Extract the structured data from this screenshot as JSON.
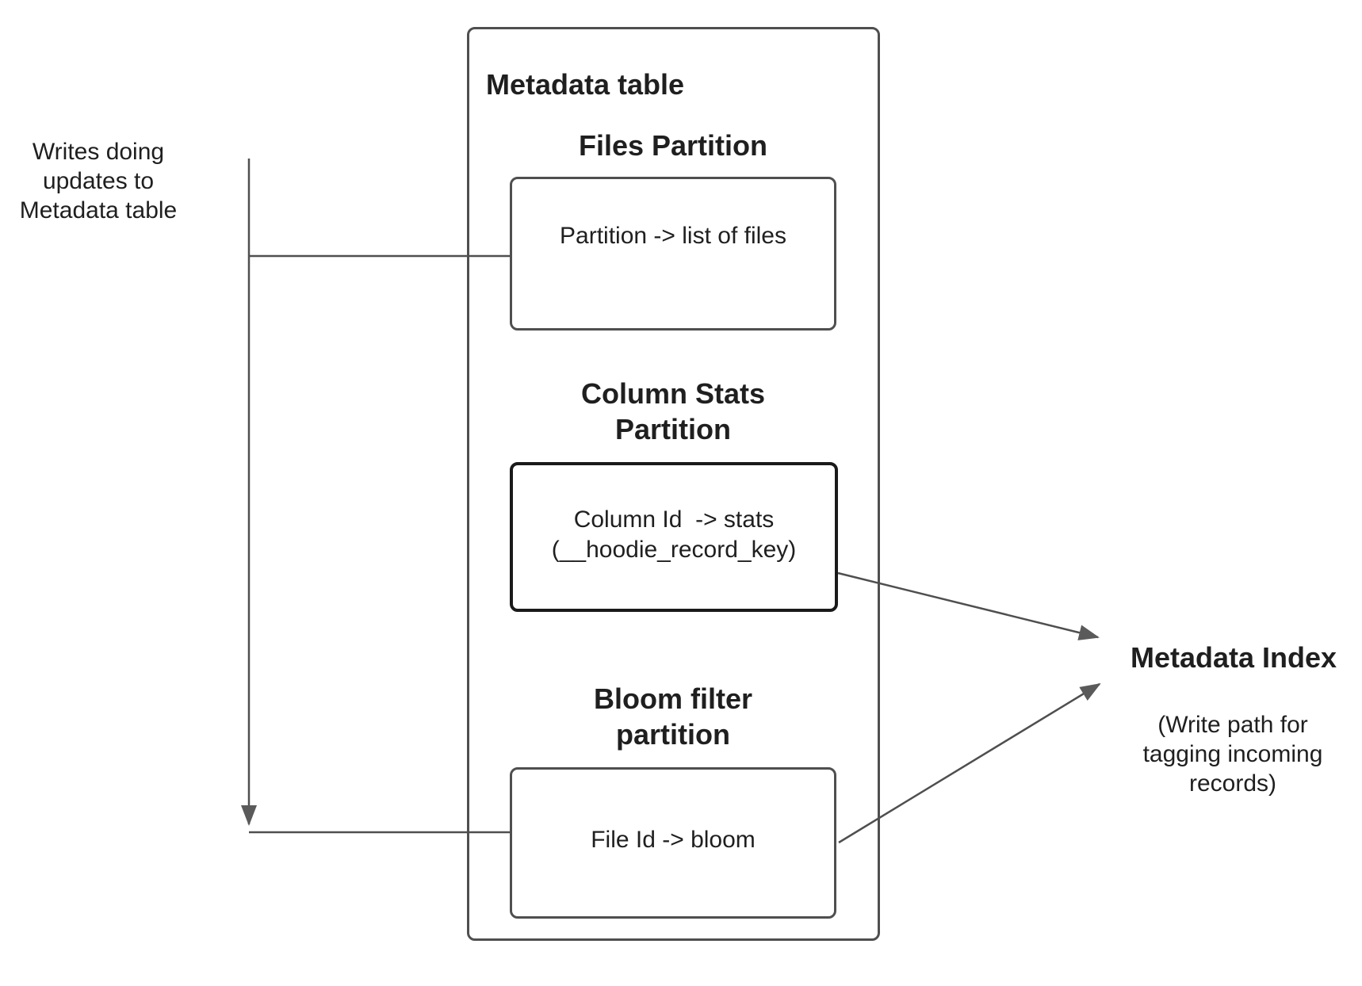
{
  "diagram": {
    "left_note": "Writes doing\nupdates to\nMetadata table",
    "metadata_table": {
      "title": "Metadata table",
      "partitions": [
        {
          "heading": "Files Partition",
          "content": "Partition -> list of files"
        },
        {
          "heading": "Column Stats\nPartition",
          "content": "Column Id  -> stats\n(__hoodie_record_key)"
        },
        {
          "heading": "Bloom filter\npartition",
          "content": "File Id -> bloom"
        }
      ]
    },
    "metadata_index": {
      "title": "Metadata Index",
      "subtitle": "(Write path for\ntagging incoming\nrecords)"
    },
    "colors": {
      "line": "#4f4f4f",
      "arrowhead": "#5a5a5a",
      "box_border": "#4f4f4f",
      "stats_box_border": "#1a1a1a",
      "text": "#1f1f1f",
      "background": "#ffffff"
    }
  }
}
